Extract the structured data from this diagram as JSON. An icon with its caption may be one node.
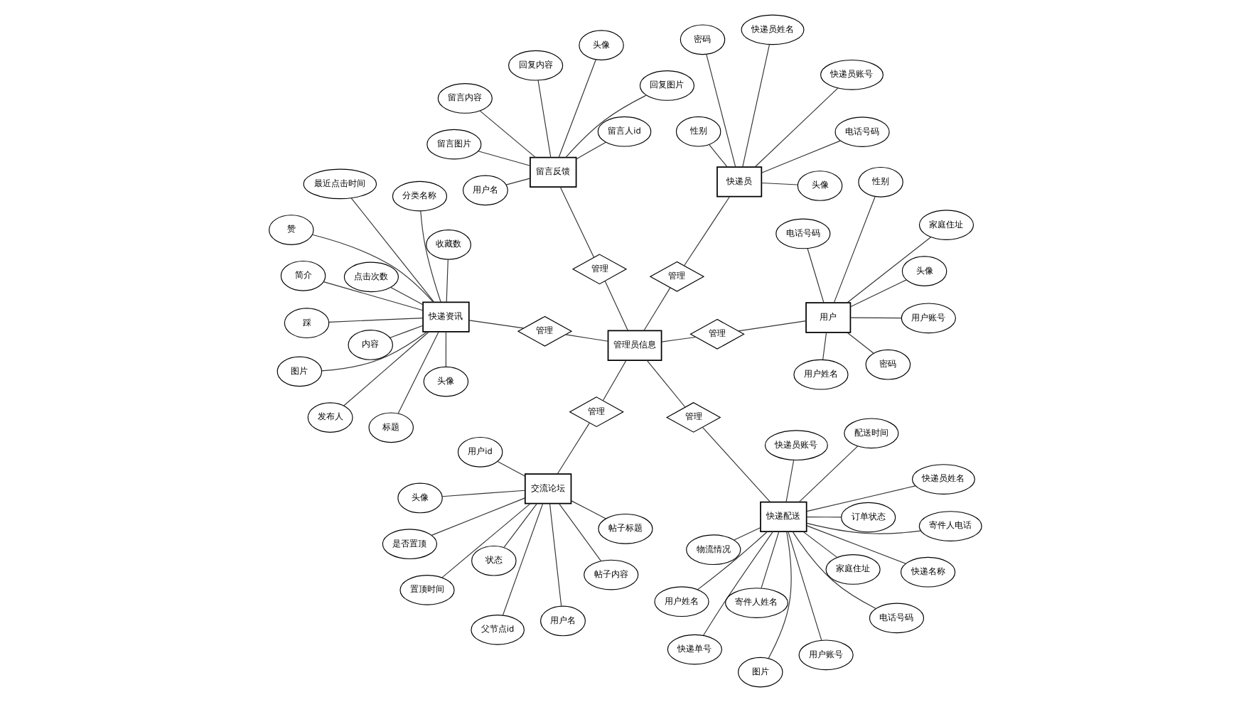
{
  "diagram": {
    "nodes": [
      {
        "text": [
          "用户"
        ]
      },
      {
        "text": [
          "用户账号"
        ]
      },
      {
        "text": [
          "用户姓名"
        ]
      },
      {
        "text": [
          "密码"
        ]
      },
      {
        "text": [
          "头像"
        ]
      },
      {
        "text": [
          "家庭住址"
        ]
      },
      {
        "text": [
          "电话号码"
        ]
      },
      {
        "text": [
          "性别"
        ]
      },
      {
        "text": [
          "管理"
        ]
      },
      {
        "text": [
          "快递员"
        ]
      },
      {
        "text": [
          "快递员账号"
        ]
      },
      {
        "text": [
          "头像"
        ]
      },
      {
        "text": [
          "性别"
        ]
      },
      {
        "text": [
          "电话号码"
        ]
      },
      {
        "text": [
          "密码"
        ]
      },
      {
        "text": [
          "快递员姓名"
        ]
      },
      {
        "text": [
          "管理"
        ]
      },
      {
        "text": [
          "留言反馈"
        ]
      },
      {
        "text": [
          "留言人id"
        ]
      },
      {
        "text": [
          "回复图片"
        ]
      },
      {
        "text": [
          "回复内容"
        ]
      },
      {
        "text": [
          "头像"
        ]
      },
      {
        "text": [
          "留言内容"
        ]
      },
      {
        "text": [
          "留言图片"
        ]
      },
      {
        "text": [
          "用户名"
        ]
      },
      {
        "text": [
          "管理"
        ]
      },
      {
        "text": [
          "管理员信息"
        ]
      },
      {
        "text": [
          "快递资讯"
        ]
      },
      {
        "text": [
          "收藏数"
        ]
      },
      {
        "text": [
          "赞"
        ]
      },
      {
        "text": [
          "踩"
        ]
      },
      {
        "text": [
          "头像"
        ]
      },
      {
        "text": [
          "图片"
        ]
      },
      {
        "text": [
          "点击次数"
        ]
      },
      {
        "text": [
          "最近点击时间"
        ]
      },
      {
        "text": [
          "发布人"
        ]
      },
      {
        "text": [
          "分类名称"
        ]
      },
      {
        "text": [
          "内容"
        ]
      },
      {
        "text": [
          "标题"
        ]
      },
      {
        "text": [
          "简介"
        ]
      },
      {
        "text": [
          "管理"
        ]
      },
      {
        "text": [
          "交流论坛"
        ]
      },
      {
        "text": [
          "置顶时间"
        ]
      },
      {
        "text": [
          "状态"
        ]
      },
      {
        "text": [
          "用户id"
        ]
      },
      {
        "text": [
          "头像"
        ]
      },
      {
        "text": [
          "是否置顶"
        ]
      },
      {
        "text": [
          "父节点id"
        ]
      },
      {
        "text": [
          "帖子标题"
        ]
      },
      {
        "text": [
          "用户名"
        ]
      },
      {
        "text": [
          "帖子内容"
        ]
      },
      {
        "text": [
          "管理"
        ]
      },
      {
        "text": [
          "管理"
        ]
      },
      {
        "text": [
          "快递配送"
        ]
      },
      {
        "text": [
          "电话号码"
        ]
      },
      {
        "text": [
          "家庭住址"
        ]
      },
      {
        "text": [
          "快递员账号"
        ]
      },
      {
        "text": [
          "快递员姓名"
        ]
      },
      {
        "text": [
          "用户账号"
        ]
      },
      {
        "text": [
          "用户姓名"
        ]
      },
      {
        "text": [
          "物流情况"
        ]
      },
      {
        "text": [
          "图片"
        ]
      },
      {
        "text": [
          "快递名称"
        ]
      },
      {
        "text": [
          "快递单号"
        ]
      },
      {
        "text": [
          "寄件人姓名"
        ]
      },
      {
        "text": [
          "寄件人电话"
        ]
      },
      {
        "text": [
          "订单状态"
        ]
      },
      {
        "text": [
          "配送时间"
        ]
      }
    ],
    "edges": [
      {
        "from": 26,
        "to": 8,
        "arrow": "none"
      },
      {
        "from": 8,
        "to": 0,
        "arrow": "none"
      },
      {
        "from": 0,
        "to": 1,
        "arrow": "none"
      },
      {
        "from": 0,
        "to": 2,
        "arrow": "none"
      },
      {
        "from": 0,
        "to": 3,
        "arrow": "none"
      },
      {
        "from": 0,
        "to": 4,
        "arrow": "none"
      },
      {
        "from": 0,
        "to": 5,
        "arrow": "none"
      },
      {
        "from": 0,
        "to": 6,
        "arrow": "none"
      },
      {
        "from": 0,
        "to": 7,
        "arrow": "none"
      },
      {
        "from": 26,
        "to": 16,
        "arrow": "none"
      },
      {
        "from": 16,
        "to": 9,
        "arrow": "none"
      },
      {
        "from": 9,
        "to": 10,
        "arrow": "none"
      },
      {
        "from": 9,
        "to": 11,
        "arrow": "none"
      },
      {
        "from": 9,
        "to": 12,
        "arrow": "none"
      },
      {
        "from": 9,
        "to": 13,
        "arrow": "none"
      },
      {
        "from": 9,
        "to": 14,
        "arrow": "none"
      },
      {
        "from": 9,
        "to": 15,
        "arrow": "none"
      },
      {
        "from": 26,
        "to": 25,
        "arrow": "none"
      },
      {
        "from": 25,
        "to": 17,
        "arrow": "none"
      },
      {
        "from": 17,
        "to": 18,
        "arrow": "none"
      },
      {
        "from": 17,
        "to": 19,
        "arrow": "none"
      },
      {
        "from": 17,
        "to": 20,
        "arrow": "none"
      },
      {
        "from": 17,
        "to": 21,
        "arrow": "none"
      },
      {
        "from": 17,
        "to": 22,
        "arrow": "none"
      },
      {
        "from": 17,
        "to": 23,
        "arrow": "none"
      },
      {
        "from": 17,
        "to": 24,
        "arrow": "none"
      },
      {
        "from": 26,
        "to": 40,
        "arrow": "none"
      },
      {
        "from": 40,
        "to": 27,
        "arrow": "none"
      },
      {
        "from": 27,
        "to": 28,
        "arrow": "none"
      },
      {
        "from": 27,
        "to": 29,
        "arrow": "none"
      },
      {
        "from": 27,
        "to": 30,
        "arrow": "none"
      },
      {
        "from": 27,
        "to": 31,
        "arrow": "none"
      },
      {
        "from": 27,
        "to": 32,
        "arrow": "none"
      },
      {
        "from": 27,
        "to": 33,
        "arrow": "none"
      },
      {
        "from": 27,
        "to": 34,
        "arrow": "none"
      },
      {
        "from": 27,
        "to": 35,
        "arrow": "none"
      },
      {
        "from": 27,
        "to": 36,
        "arrow": "none"
      },
      {
        "from": 27,
        "to": 37,
        "arrow": "none"
      },
      {
        "from": 27,
        "to": 38,
        "arrow": "none"
      },
      {
        "from": 27,
        "to": 39,
        "arrow": "none"
      },
      {
        "from": 26,
        "to": 51,
        "arrow": "none"
      },
      {
        "from": 51,
        "to": 41,
        "arrow": "none"
      },
      {
        "from": 41,
        "to": 42,
        "arrow": "none"
      },
      {
        "from": 41,
        "to": 43,
        "arrow": "none"
      },
      {
        "from": 41,
        "to": 44,
        "arrow": "none"
      },
      {
        "from": 41,
        "to": 45,
        "arrow": "none"
      },
      {
        "from": 41,
        "to": 46,
        "arrow": "none"
      },
      {
        "from": 41,
        "to": 47,
        "arrow": "none"
      },
      {
        "from": 41,
        "to": 48,
        "arrow": "none"
      },
      {
        "from": 41,
        "to": 49,
        "arrow": "none"
      },
      {
        "from": 41,
        "to": 50,
        "arrow": "none"
      },
      {
        "from": 26,
        "to": 52,
        "arrow": "none"
      },
      {
        "from": 52,
        "to": 53,
        "arrow": "none"
      },
      {
        "from": 53,
        "to": 54,
        "arrow": "none"
      },
      {
        "from": 53,
        "to": 55,
        "arrow": "none"
      },
      {
        "from": 53,
        "to": 56,
        "arrow": "none"
      },
      {
        "from": 53,
        "to": 57,
        "arrow": "none"
      },
      {
        "from": 53,
        "to": 58,
        "arrow": "none"
      },
      {
        "from": 53,
        "to": 59,
        "arrow": "none"
      },
      {
        "from": 53,
        "to": 60,
        "arrow": "none"
      },
      {
        "from": 53,
        "to": 61,
        "arrow": "none"
      },
      {
        "from": 53,
        "to": 62,
        "arrow": "none"
      },
      {
        "from": 53,
        "to": 63,
        "arrow": "none"
      },
      {
        "from": 53,
        "to": 64,
        "arrow": "none"
      },
      {
        "from": 53,
        "to": 65,
        "arrow": "none"
      },
      {
        "from": 53,
        "to": 66,
        "arrow": "none"
      },
      {
        "from": 53,
        "to": 67,
        "arrow": "none"
      }
    ]
  }
}
